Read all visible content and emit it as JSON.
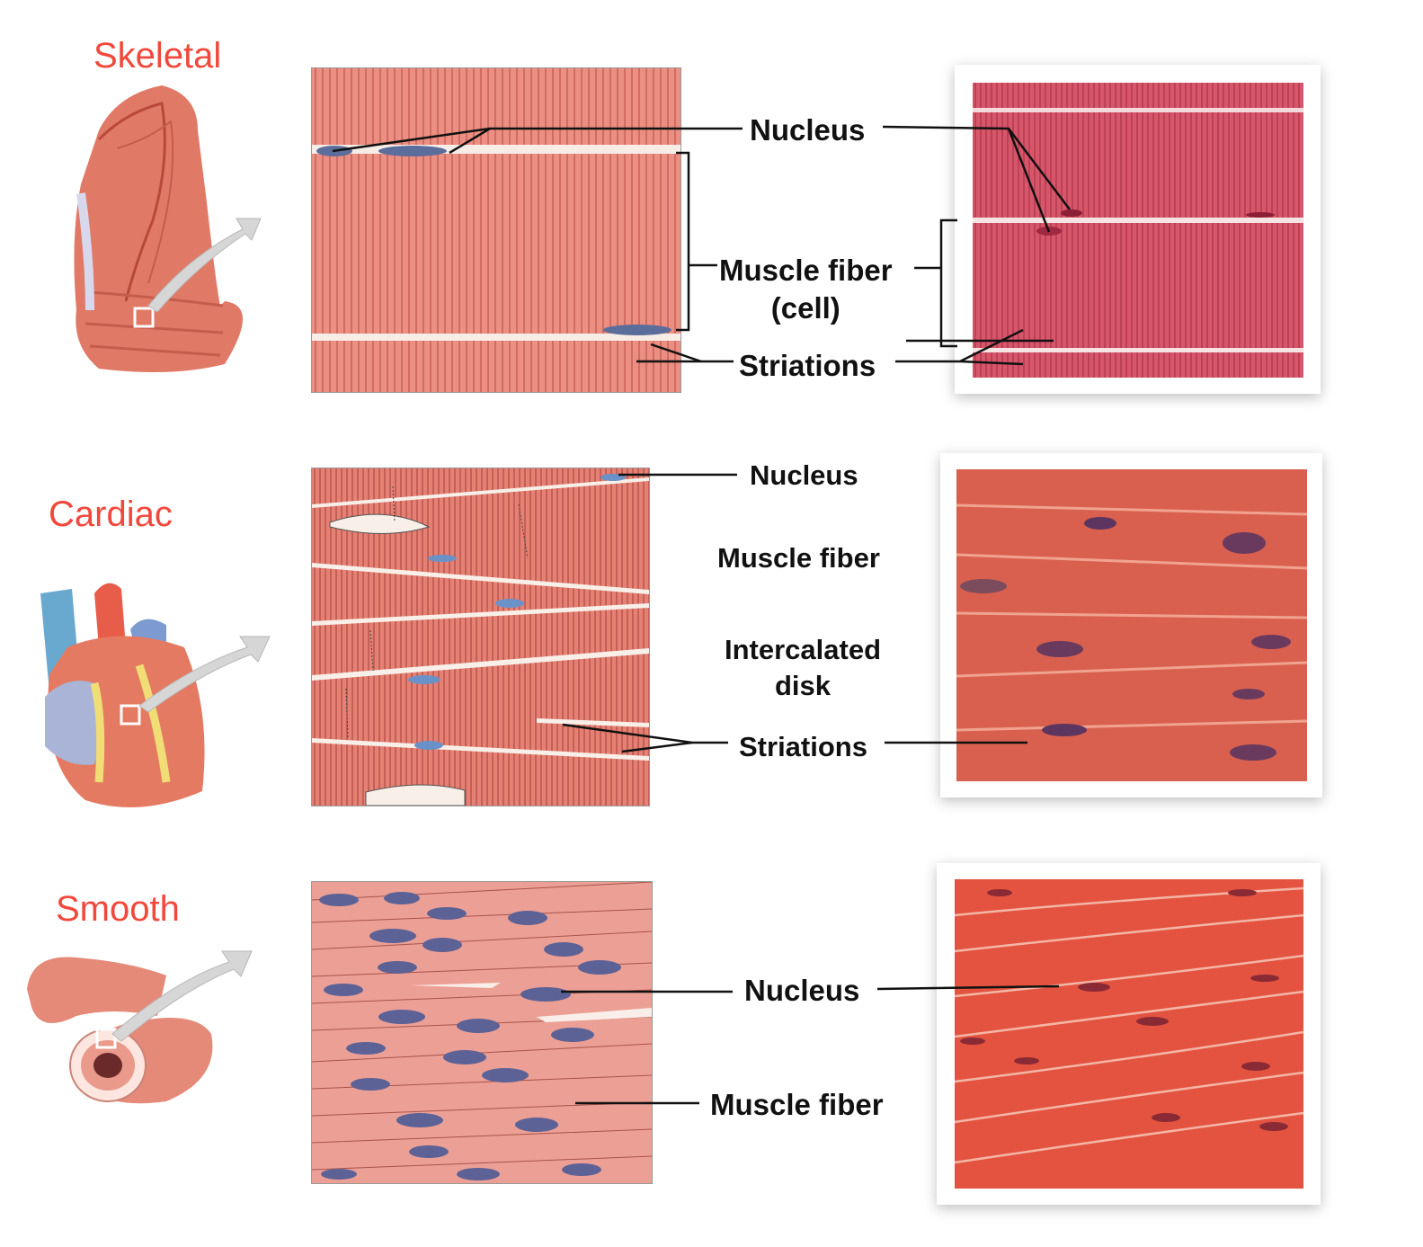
{
  "rows": {
    "skeletal": {
      "title": "Skeletal",
      "labels": {
        "nucleus": "Nucleus",
        "muscle_fiber_line1": "Muscle fiber",
        "muscle_fiber_line2": "(cell)",
        "striations": "Striations"
      }
    },
    "cardiac": {
      "title": "Cardiac",
      "labels": {
        "nucleus": "Nucleus",
        "muscle_fiber": "Muscle fiber",
        "intercalated_line1": "Intercalated",
        "intercalated_line2": "disk",
        "striations": "Striations"
      }
    },
    "smooth": {
      "title": "Smooth",
      "labels": {
        "nucleus": "Nucleus",
        "muscle_fiber": "Muscle fiber"
      }
    }
  },
  "colors": {
    "title_red": "#f2483c",
    "muscle_pink": "#e8877a",
    "striation_line": "#b0433c",
    "nucleus_blue": "#5b6d9a",
    "photo_red": "#d9534a"
  }
}
